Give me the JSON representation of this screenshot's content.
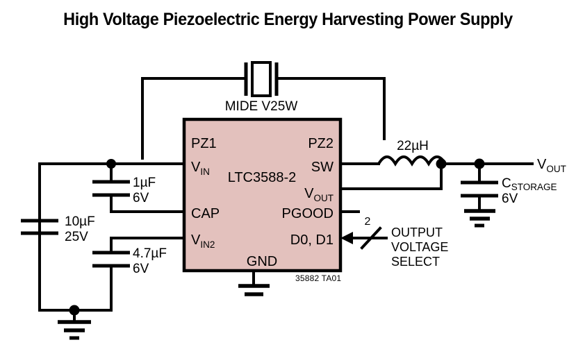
{
  "title": "High Voltage Piezoelectric Energy Harvesting Power Supply",
  "reference_designator": "35882 TA01",
  "ic": {
    "part_number": "LTC3588-2",
    "fill_color": "#e3c1bd",
    "pins_left": [
      {
        "name": "PZ1",
        "label": "PZ1",
        "subscript": ""
      },
      {
        "name": "VIN",
        "label": "V",
        "subscript": "IN"
      },
      {
        "name": "CAP",
        "label": "CAP",
        "subscript": ""
      },
      {
        "name": "VIN2",
        "label": "V",
        "subscript": "IN2"
      }
    ],
    "pins_right": [
      {
        "name": "PZ2",
        "label": "PZ2",
        "subscript": ""
      },
      {
        "name": "SW",
        "label": "SW",
        "subscript": ""
      },
      {
        "name": "VOUT",
        "label": "V",
        "subscript": "OUT"
      },
      {
        "name": "PGOOD",
        "label": "PGOOD",
        "subscript": ""
      },
      {
        "name": "D0D1",
        "label": "D0, D1",
        "subscript": ""
      }
    ],
    "pins_bottom": [
      {
        "name": "GND",
        "label": "GND",
        "subscript": ""
      }
    ]
  },
  "components": {
    "piezo": {
      "label": "MIDE V25W"
    },
    "cap_input_bulk": {
      "value": "10µF",
      "rating": "25V"
    },
    "cap_vin": {
      "value": "1µF",
      "rating": "6V"
    },
    "cap_vin2": {
      "value": "4.7µF",
      "rating": "6V"
    },
    "inductor": {
      "value": "22µH"
    },
    "cap_storage": {
      "label": "C",
      "label_subscript": "STORAGE",
      "rating": "6V"
    }
  },
  "nets": {
    "output_label": "V",
    "output_subscript": "OUT"
  },
  "annotations": {
    "bus_width": "2",
    "select_line1": "OUTPUT",
    "select_line2": "VOLTAGE",
    "select_line3": "SELECT"
  }
}
